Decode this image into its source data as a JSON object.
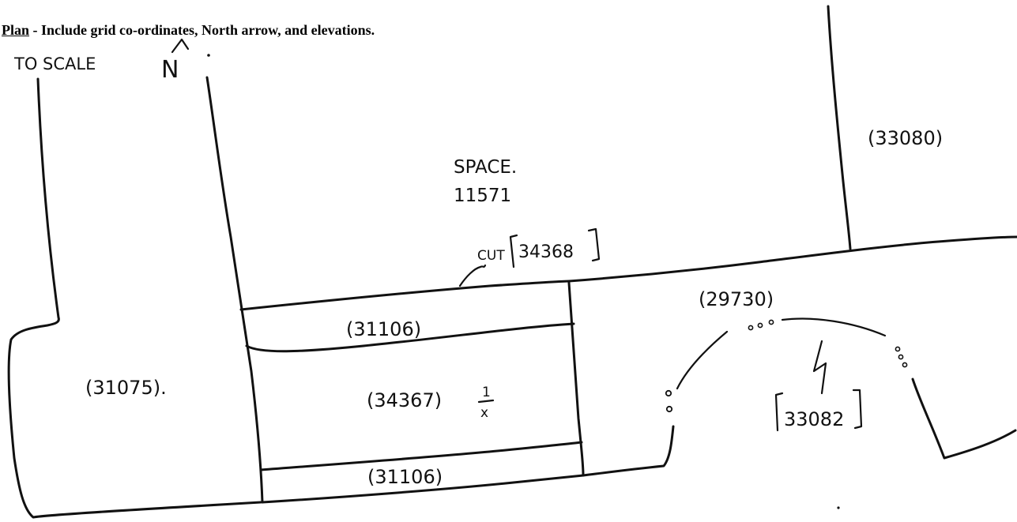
{
  "header": {
    "plan_label": "Plan",
    "instructions": " - Include grid co-ordinates, North arrow, and elevations."
  },
  "sketch": {
    "scale_note": "TO SCALE",
    "north_label": "N",
    "space_label": "SPACE.",
    "space_number": "11571",
    "cut_label": "CUT",
    "cut_ref": "34368",
    "ref_33080": "(33080)",
    "ref_29730": "(29730)",
    "ref_31106_top": "(31106)",
    "ref_31075": "(31075).",
    "ref_34367": "(34367)",
    "fraction_num": "1",
    "fraction_den": "x",
    "ref_33082": "33082",
    "ref_31106_bottom": "(31106)"
  }
}
